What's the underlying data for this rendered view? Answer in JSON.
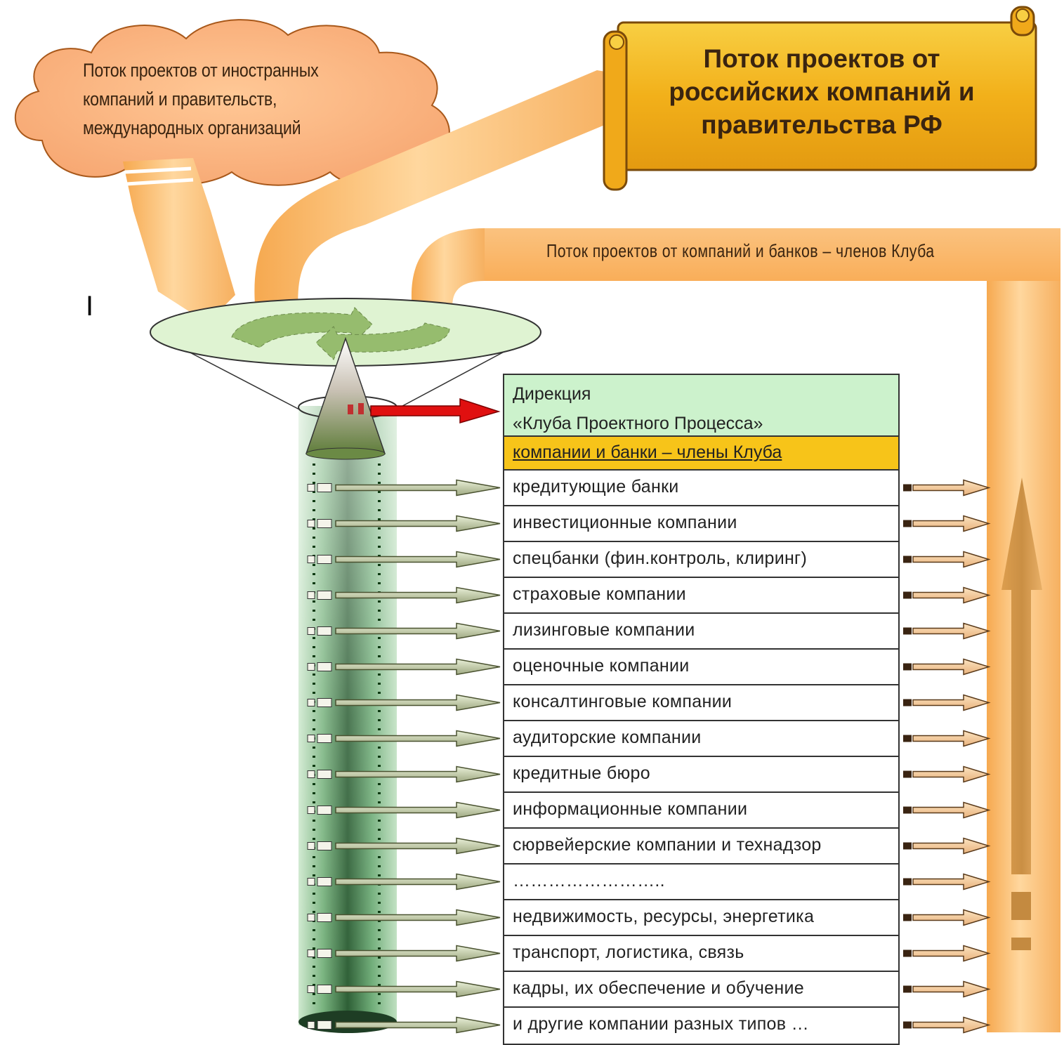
{
  "foreign_flow": {
    "lines": [
      "Поток проектов от иностранных",
      "компаний и правительств,",
      "международных организаций"
    ]
  },
  "russian_flow": {
    "lines": [
      "Поток проектов от",
      "российских компаний и",
      "правительства РФ"
    ]
  },
  "club_flow_label": "Поток проектов от компаний и банков – членов Клуба",
  "stage_marker": "I",
  "directorate": {
    "line1": "Дирекция",
    "line2": "«Клуба Проектного Процесса»"
  },
  "members_label": "компании и банки – члены Клуба",
  "member_types": [
    "кредитующие банки",
    "инвестиционные компании",
    "спецбанки (фин.контроль, клиринг)",
    "страховые компании",
    "лизинговые компании",
    "оценочные компании",
    "консалтинговые компании",
    "аудиторские компании",
    "кредитные бюро",
    "информационные компании",
    "сюрвейерские компании и технадзор",
    "……………………..",
    "недвижимость, ресурсы, энергетика",
    "транспорт, логистика, связь",
    "кадры, их обеспечение и обучение",
    "и другие компании разных типов …"
  ],
  "colors": {
    "orange_flow": "#f9b868",
    "scroll_fill": "#f6b81c",
    "directorate_fill": "#ccf2cc",
    "members_fill": "#f7c419",
    "column_green": "#2f6b3f",
    "red_arrow": "#e01010"
  }
}
